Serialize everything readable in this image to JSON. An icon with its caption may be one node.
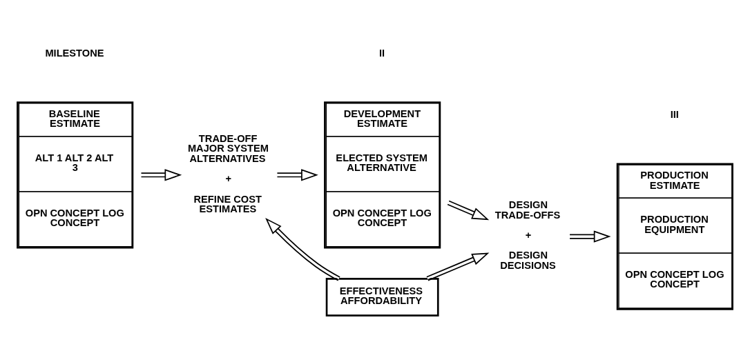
{
  "diagram": {
    "nodes": [
      {
        "text": [
          "BASELINE ESTIMATE",
          "ALT 1 ALT 2 ALT 3",
          "OPN CONCEPT LOG CONCEPT"
        ]
      },
      {
        "text": [
          "TRADE-OFF MAJOR SYSTEM ALTERNATIVES",
          "+",
          "REFINE COST ESTIMATES"
        ]
      },
      {
        "text": [
          "DEVELOPMENT ESTIMATE",
          "ELECTED SYSTEM ALTERNATIVE",
          "OPN CONCEPT LOG CONCEPT"
        ]
      },
      {
        "text": [
          "DESIGN TRADE-OFFS",
          "+",
          "DESIGN DECISIONS"
        ]
      },
      {
        "text": [
          "PRODUCTION ESTIMATE",
          "PRODUCTION EQUIPMENT",
          "OPN CONCEPT LOG CONCEPT"
        ]
      },
      {
        "text": [
          "EFFECTIVENESS AFFORDABILITY"
        ]
      }
    ],
    "edges": [
      {
        "from": 0,
        "to": 1,
        "arrow": "to"
      },
      {
        "from": 1,
        "to": 2,
        "arrow": "to"
      },
      {
        "from": 2,
        "to": 3,
        "arrow": "to"
      },
      {
        "from": 3,
        "to": 4,
        "arrow": "to"
      },
      {
        "from": 5,
        "to": 1,
        "arrow": "to"
      },
      {
        "from": 5,
        "to": 3,
        "arrow": "to"
      }
    ],
    "labels": [
      "MILESTONE",
      "II",
      "III"
    ]
  }
}
